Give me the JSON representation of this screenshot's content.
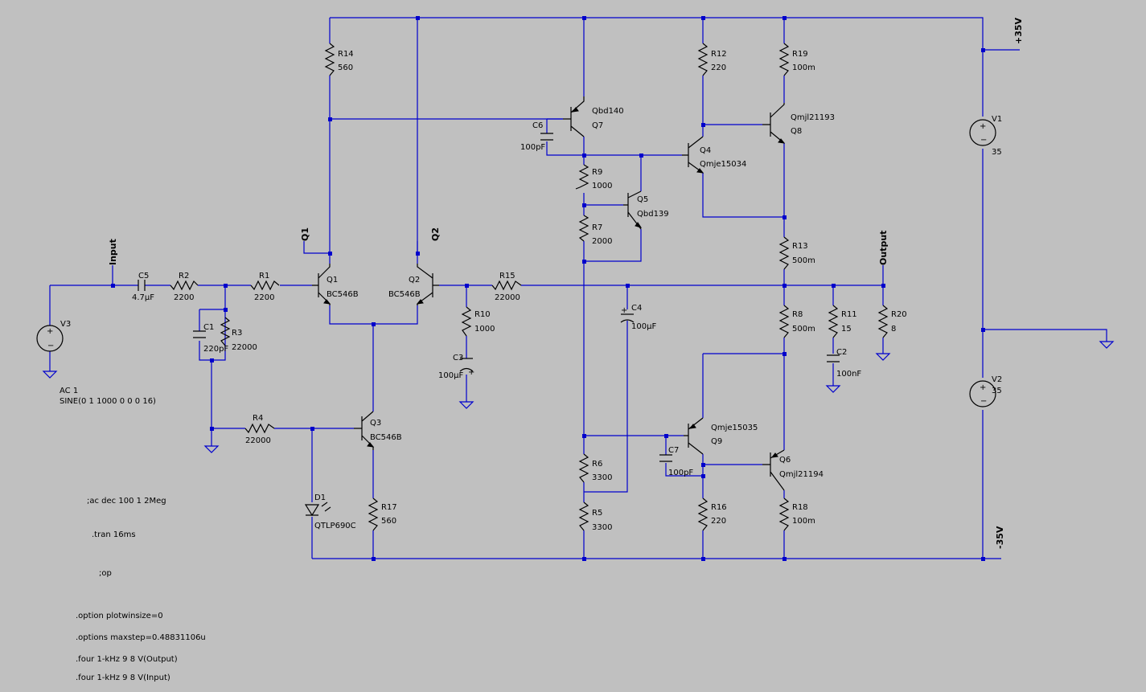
{
  "components": {
    "r14": {
      "name": "R14",
      "value": "560"
    },
    "r12": {
      "name": "R12",
      "value": "220"
    },
    "r19": {
      "name": "R19",
      "value": "100m"
    },
    "q7": {
      "name": "Q7",
      "model": "Qbd140"
    },
    "c6": {
      "name": "C6",
      "value": "100pF"
    },
    "q8": {
      "name": "Q8",
      "model": "Qmjl21193"
    },
    "q4": {
      "name": "Q4",
      "model": "Qmje15034"
    },
    "r9": {
      "name": "R9",
      "value": "1000"
    },
    "q5": {
      "name": "Q5",
      "model": "Qbd139"
    },
    "r7": {
      "name": "R7",
      "value": "2000"
    },
    "r13": {
      "name": "R13",
      "value": "500m"
    },
    "q1": {
      "name": "Q1",
      "model": "BC546B"
    },
    "q2": {
      "name": "Q2",
      "model": "BC546B"
    },
    "c5": {
      "name": "C5",
      "value": "4.7µF"
    },
    "r2": {
      "name": "R2",
      "value": "2200"
    },
    "r1": {
      "name": "R1",
      "value": "2200"
    },
    "r15": {
      "name": "R15",
      "value": "22000"
    },
    "r10": {
      "name": "R10",
      "value": "1000"
    },
    "c4": {
      "name": "C4",
      "value": "100µF"
    },
    "r11": {
      "name": "R11",
      "value": "15"
    },
    "r20": {
      "name": "R20",
      "value": "8"
    },
    "r8": {
      "name": "R8",
      "value": "500m"
    },
    "c2": {
      "name": "C2",
      "value": "100nF"
    },
    "c1": {
      "name": "C1",
      "value": "220pF"
    },
    "r3": {
      "name": "R3",
      "value": "22000"
    },
    "c3": {
      "name": "C3",
      "value": "100µF"
    },
    "v3": {
      "name": "V3",
      "line1": "AC 1",
      "line2": "SINE(0 1 1000 0 0 0 16)"
    },
    "q3": {
      "name": "Q3",
      "model": "BC546B"
    },
    "r4": {
      "name": "R4",
      "value": "22000"
    },
    "q9": {
      "name": "Q9",
      "model": "Qmje15035"
    },
    "c7": {
      "name": "C7",
      "value": "100pF"
    },
    "q6": {
      "name": "Q6",
      "model": "Qmjl21194"
    },
    "r6": {
      "name": "R6",
      "value": "3300"
    },
    "r5": {
      "name": "R5",
      "value": "3300"
    },
    "d1": {
      "name": "D1",
      "model": "QTLP690C"
    },
    "r17": {
      "name": "R17",
      "value": "560"
    },
    "r16": {
      "name": "R16",
      "value": "220"
    },
    "r18": {
      "name": "R18",
      "value": "100m"
    },
    "v1": {
      "name": "V1",
      "value": "35"
    },
    "v2": {
      "name": "V2",
      "value": "35"
    }
  },
  "nets": {
    "input": "Input",
    "output": "Output",
    "q1": "Q1",
    "q2": "Q2",
    "vpos": "+35V",
    "vneg": "-35V"
  },
  "directives": [
    ";ac dec 100 1 2Meg",
    ".tran 16ms",
    ";op",
    ".option plotwinsize=0",
    ".options maxstep=0.48831106u",
    ".four 1-kHz 9 8 V(Output)",
    ".four 1-kHz 9 8 V(Input)"
  ],
  "colors": {
    "background": "#c0c0c0",
    "wire": "#0000cc",
    "component": "#000000"
  }
}
